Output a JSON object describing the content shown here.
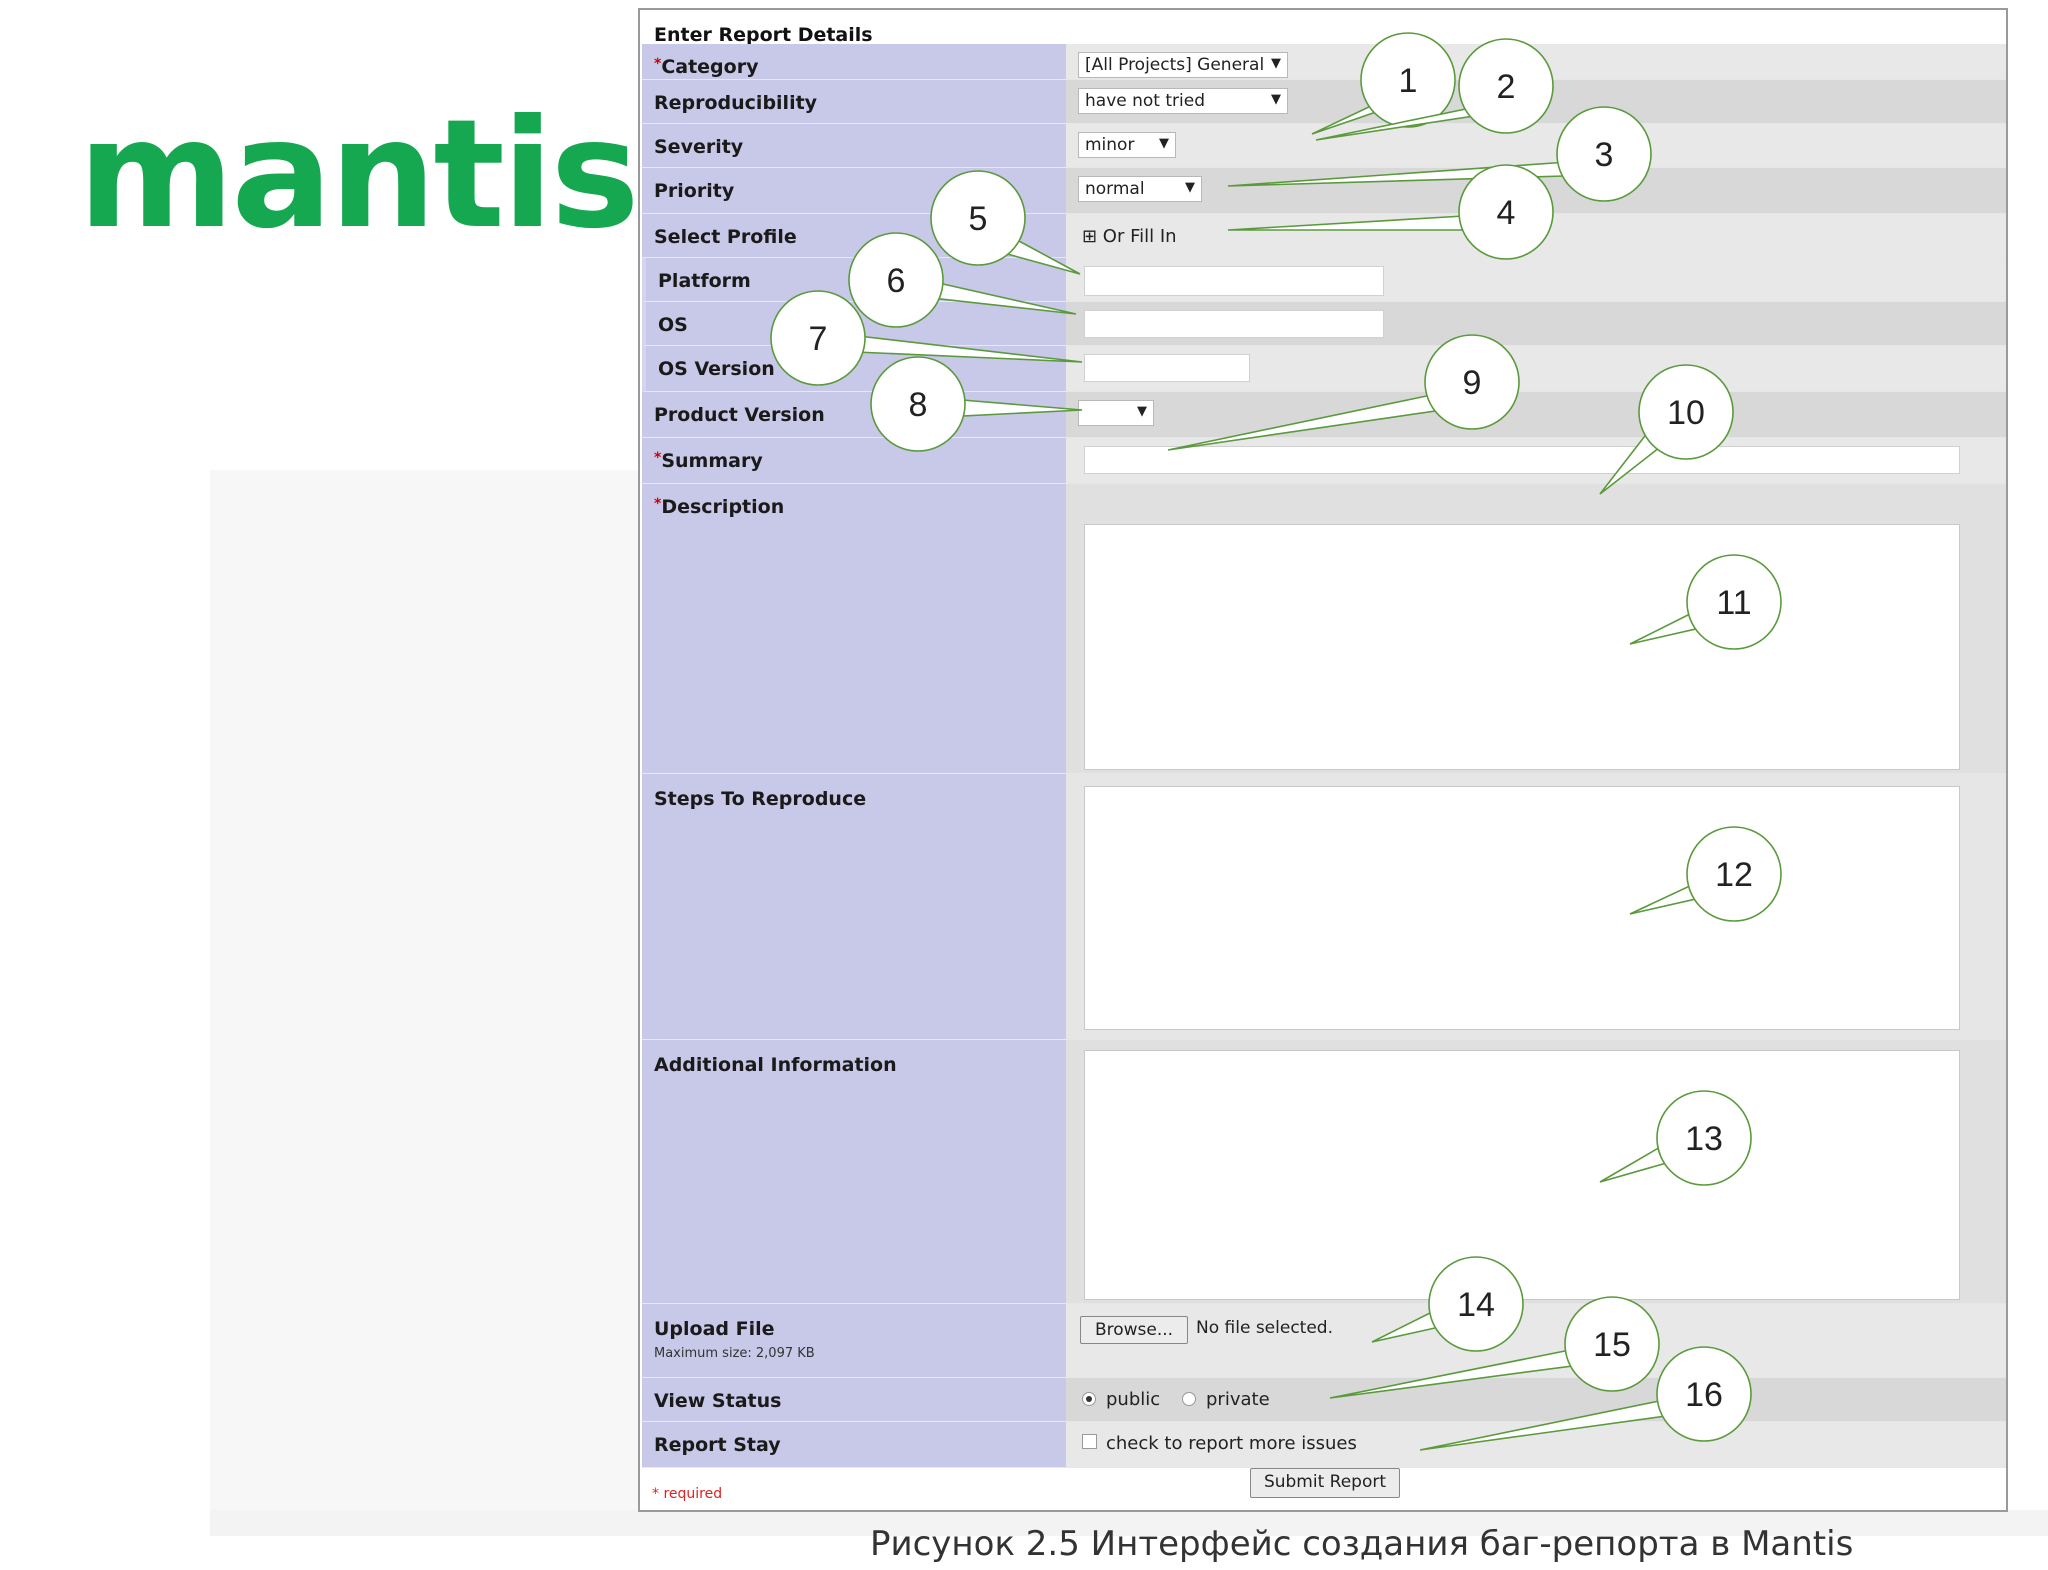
{
  "brand": "mantis",
  "form": {
    "title": "Enter Report Details",
    "required_mark": "*",
    "required_note": "* required",
    "fields": {
      "category": {
        "label": "Category",
        "value": "[All Projects] General"
      },
      "reproducibility": {
        "label": "Reproducibility",
        "value": "have not tried"
      },
      "severity": {
        "label": "Severity",
        "value": "minor"
      },
      "priority": {
        "label": "Priority",
        "value": "normal"
      },
      "select_profile": {
        "label": "Select Profile",
        "value": "⊞ Or Fill In"
      },
      "platform": {
        "label": "Platform",
        "value": ""
      },
      "os": {
        "label": "OS",
        "value": ""
      },
      "os_version": {
        "label": "OS Version",
        "value": ""
      },
      "product_version": {
        "label": "Product Version",
        "value": ""
      },
      "summary": {
        "label": "Summary",
        "value": ""
      },
      "description": {
        "label": "Description",
        "value": ""
      },
      "steps": {
        "label": "Steps To Reproduce",
        "value": ""
      },
      "additional": {
        "label": "Additional Information",
        "value": ""
      },
      "upload": {
        "label": "Upload File",
        "max_size": "Maximum size: 2,097 KB",
        "browse_label": "Browse...",
        "no_file": "No file selected."
      },
      "view_status": {
        "label": "View Status",
        "public": "public",
        "private": "private",
        "selected": "public"
      },
      "report_stay": {
        "label": "Report Stay",
        "checkbox_label": "check to report more issues",
        "checked": false
      }
    },
    "submit_label": "Submit Report"
  },
  "callouts": [
    "1",
    "2",
    "3",
    "4",
    "5",
    "6",
    "7",
    "8",
    "9",
    "10",
    "11",
    "12",
    "13",
    "14",
    "15",
    "16"
  ],
  "caption": "Рисунок 2.5 Интерфейс создания баг-репорта в Mantis",
  "icons": {
    "dropdown": "chevron-down-icon",
    "profile_toggle": "plus-square-icon"
  },
  "colors": {
    "brand": "#16a851",
    "label_bg": "#c8c8e8",
    "value_bg_light": "#e8e8e8",
    "value_bg_dark": "#d8d8d8",
    "required": "#cc0000"
  }
}
